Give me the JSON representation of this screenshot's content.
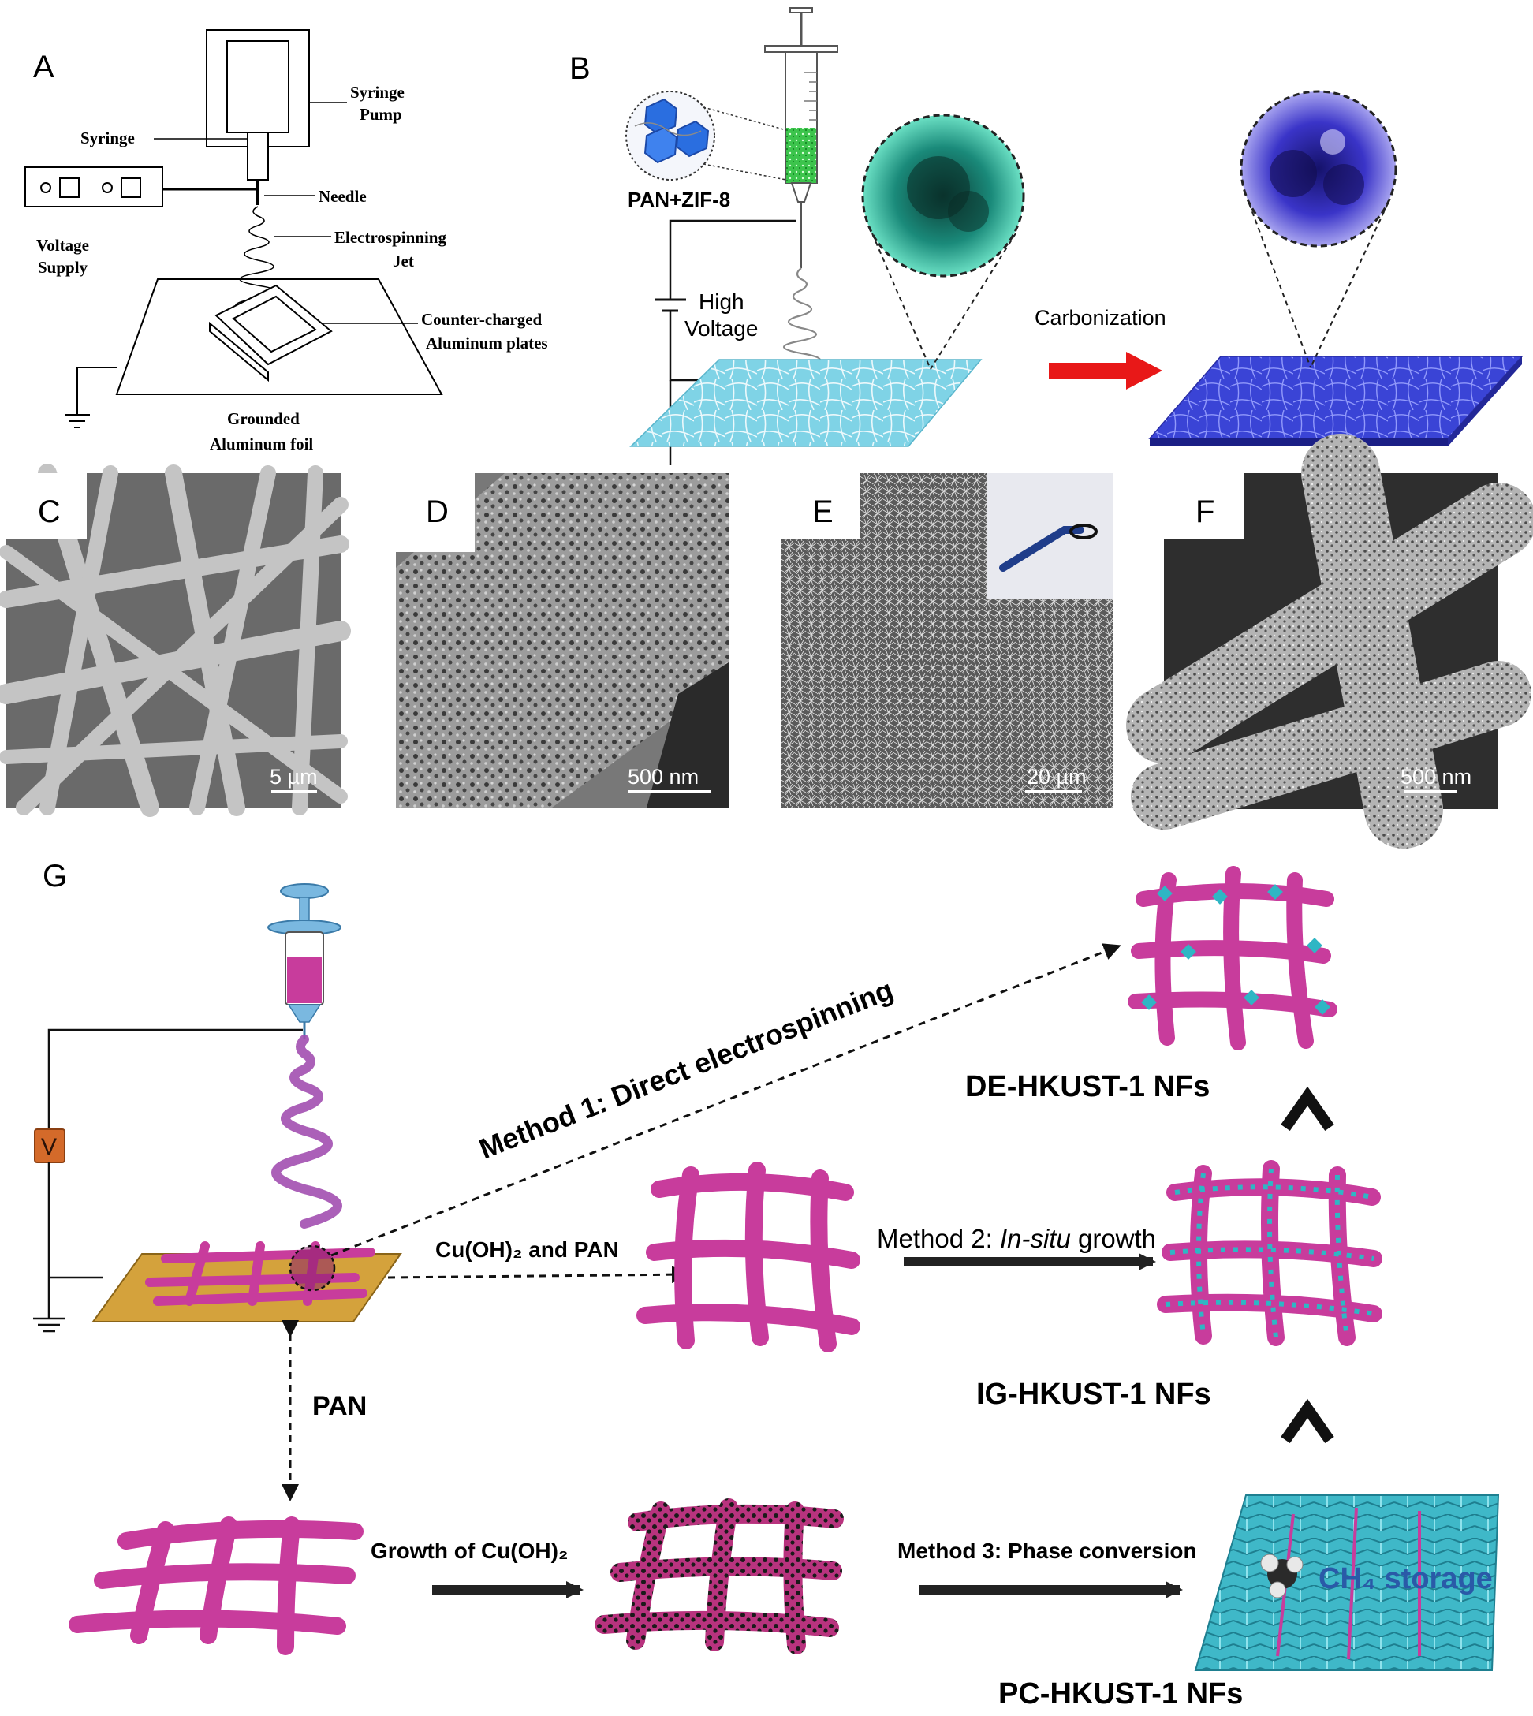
{
  "panels": {
    "a": {
      "letter": "A",
      "syringe_pump": "Syringe Pump",
      "syringe_pump_l1": "Syringe",
      "syringe_pump_l2": "Pump",
      "syringe": "Syringe",
      "needle": "Needle",
      "voltage_l1": "Voltage",
      "voltage_l2": "Supply",
      "jet_l1": "Electrospinning",
      "jet_l2": "Jet",
      "plates_l1": "Counter-charged",
      "plates_l2": "Aluminum plates",
      "foil_l1": "Grounded",
      "foil_l2": "Aluminum foil"
    },
    "b": {
      "letter": "B",
      "precursor": "PAN+ZIF-8",
      "hv_l1": "High",
      "hv_l2": "Voltage",
      "process": "Carbonization"
    },
    "c": {
      "letter": "C",
      "scale": "5 µm"
    },
    "d": {
      "letter": "D",
      "scale": "500 nm"
    },
    "e": {
      "letter": "E",
      "scale": "20 µm"
    },
    "f": {
      "letter": "F",
      "scale": "500 nm"
    },
    "g": {
      "letter": "G",
      "voltage_symbol": "V",
      "method1": "Method 1: Direct  electrospinning",
      "cu_pan": "Cu(OH)₂ and PAN",
      "method2_a": "Method 2: ",
      "method2_b": "In-situ",
      "method2_c": " growth",
      "pan": "PAN",
      "growth": "Growth of Cu(OH)₂",
      "method3": "Method 3: Phase conversion",
      "de": "DE-HKUST-1 NFs",
      "ig": "IG-HKUST-1 NFs",
      "pc": "PC-HKUST-1 NFs",
      "ch4": "CH₄ storage"
    }
  },
  "colors": {
    "magenta": "#c83c9c",
    "cyan": "#2fb6c4",
    "fiber_cyan": "#7fd3e6",
    "carbon_blue": "#3a44d6",
    "gold": "#d4a23c",
    "arrow_red": "#e81818",
    "orange": "#d46a2a",
    "syringe_blue": "#7ab8e0"
  }
}
